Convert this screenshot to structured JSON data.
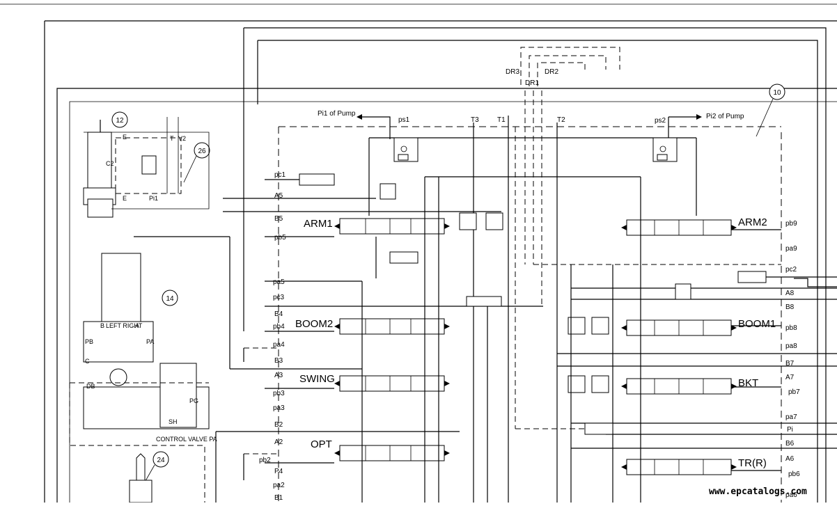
{
  "callouts": {
    "c10": "10",
    "c12": "12",
    "c14": "14",
    "c24": "24",
    "c26": "26"
  },
  "spools": {
    "arm1": "ARM1",
    "arm2": "ARM2",
    "boom2": "BOOM2",
    "boom1": "BOOM1",
    "swing": "SWING",
    "bkt": "BKT",
    "opt": "OPT",
    "trr": "TR(R)"
  },
  "top": {
    "pi1_pump": "Pi1  of  Pump",
    "pi2_pump": "Pi2  of  Pump",
    "ps1": "ps1",
    "ps2": "ps2",
    "t3": "T3",
    "t1": "T1",
    "t2": "T2",
    "dr3": "DR3",
    "dr1": "DR1",
    "dr2": "DR2"
  },
  "left_ports": {
    "pc1": "pc1",
    "a5": "A5",
    "b5": "B5",
    "pb5": "pb5",
    "pa5": "pa5",
    "pc3": "pc3",
    "b4": "B4",
    "pb4": "pb4",
    "pa4": "pa4",
    "b3": "B3",
    "a3": "A3",
    "pb3": "pb3",
    "pa3": "pa3",
    "b2": "B2",
    "a2": "A2",
    "pb2": "pb2",
    "p4": "P4",
    "pa2": "pa2",
    "b1": "B1"
  },
  "right_ports": {
    "pb9": "pb9",
    "pa9": "pa9",
    "pc2": "pc2",
    "a8": "A8",
    "b8": "B8",
    "pb8": "pb8",
    "pa8": "pa8",
    "b7": "B7",
    "a7": "A7",
    "pb7": "pb7",
    "pa7": "pa7",
    "pi": "Pi",
    "b6": "B6",
    "a6": "A6",
    "pb6": "pb6",
    "pa6": "pa6"
  },
  "swing_motor": {
    "e1": "E",
    "e2": "E",
    "c2": "C2",
    "t": "T",
    "v2": "V2",
    "pi1": "Pi1",
    "b": "B",
    "left_right": "LEFT  RIGHT",
    "a": "A",
    "pb": "PB",
    "pa": "PA",
    "c": "C",
    "db": "DB",
    "pg": "PG",
    "sh": "SH",
    "valve_label": "CONTROL  VALVE  PA"
  },
  "watermark": "www.epcatalogs.com"
}
